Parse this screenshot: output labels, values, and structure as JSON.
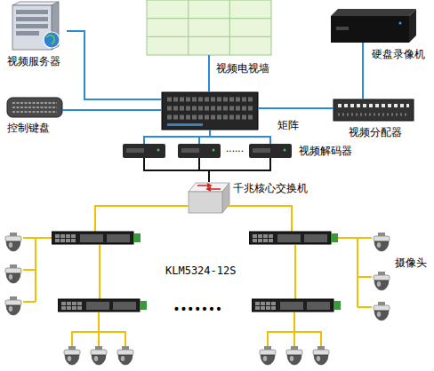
{
  "diagram": {
    "nodes": [
      {
        "text": [
          "视频服务器"
        ]
      },
      {
        "text": [
          "视频电视墙"
        ]
      },
      {
        "text": [
          "硬盘录像机"
        ]
      },
      {
        "text": [
          "控制键盘"
        ]
      },
      {
        "text": [
          "矩阵"
        ]
      },
      {
        "text": [
          "视频分配器"
        ]
      },
      {
        "text": [
          "视频解码器"
        ]
      },
      {
        "text": [
          "千兆核心交换机"
        ]
      }
    ],
    "edges": [
      {
        "from": 0,
        "to": 4,
        "arrow": "none"
      },
      {
        "from": 3,
        "to": 4,
        "arrow": "none"
      },
      {
        "from": 1,
        "to": 4,
        "arrow": "none"
      },
      {
        "from": 2,
        "to": 5,
        "arrow": "none"
      },
      {
        "from": 4,
        "to": 5,
        "arrow": "none"
      },
      {
        "from": 4,
        "to": 6,
        "arrow": "none"
      },
      {
        "from": 6,
        "to": 7,
        "arrow": "none"
      }
    ],
    "labels": [
      "......",
      "KLM5324-12S",
      "摄像头",
      "•••••••"
    ]
  }
}
